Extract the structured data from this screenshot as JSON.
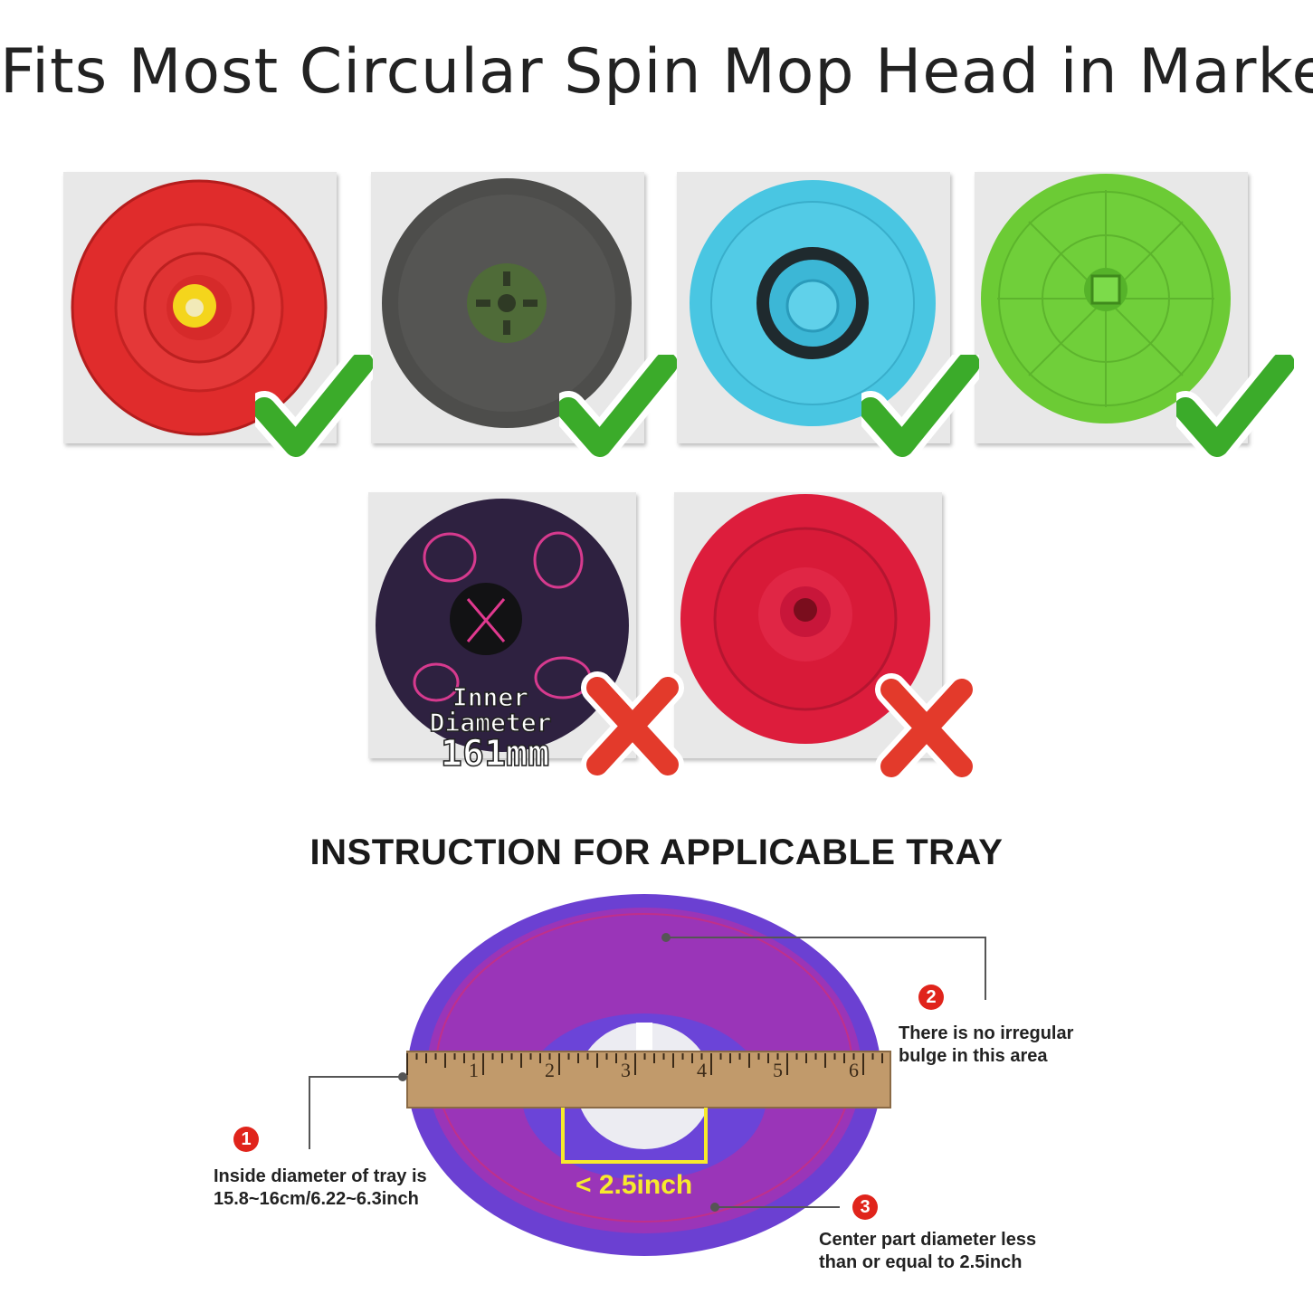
{
  "headline": "Fits Most Circular Spin Mop Head in Market",
  "compatible": [
    {
      "name": "red-mop-head",
      "color": "#e23a3a",
      "status": "check"
    },
    {
      "name": "gray-mop-head",
      "color": "#555555",
      "status": "check"
    },
    {
      "name": "blue-mop-head",
      "color": "#3fc3e0",
      "status": "check"
    },
    {
      "name": "green-mop-head",
      "color": "#6cc93a",
      "status": "check"
    }
  ],
  "incompatible": [
    {
      "name": "purple-mop-head",
      "color": "#2f2240",
      "status": "cross"
    },
    {
      "name": "crimson-mop-head",
      "color": "#dc1c3a",
      "status": "cross"
    }
  ],
  "diameter_note": {
    "line1": "Inner",
    "line2": "Diameter",
    "line3": "161mm"
  },
  "instruction_title": "INSTRUCTION FOR APPLICABLE TRAY",
  "ruler_ticks": [
    "1",
    "2",
    "3",
    "4",
    "5",
    "6"
  ],
  "measure_label": "< 2.5inch",
  "notes": [
    {
      "num": "1",
      "text1": "Inside diameter of tray is",
      "text2": "15.8~16cm/6.22~6.3inch"
    },
    {
      "num": "2",
      "text1": "There is no irregular",
      "text2": "bulge in this area"
    },
    {
      "num": "3",
      "text1": "Center part diameter less",
      "text2": "than or equal to 2.5inch"
    }
  ],
  "colors": {
    "check": "#3bab2a",
    "cross": "#e33a2b",
    "tray": "#8a32c8",
    "tray_rim": "#6a3fd0",
    "badge": "#e0241b",
    "measure": "#f7ea2c"
  }
}
